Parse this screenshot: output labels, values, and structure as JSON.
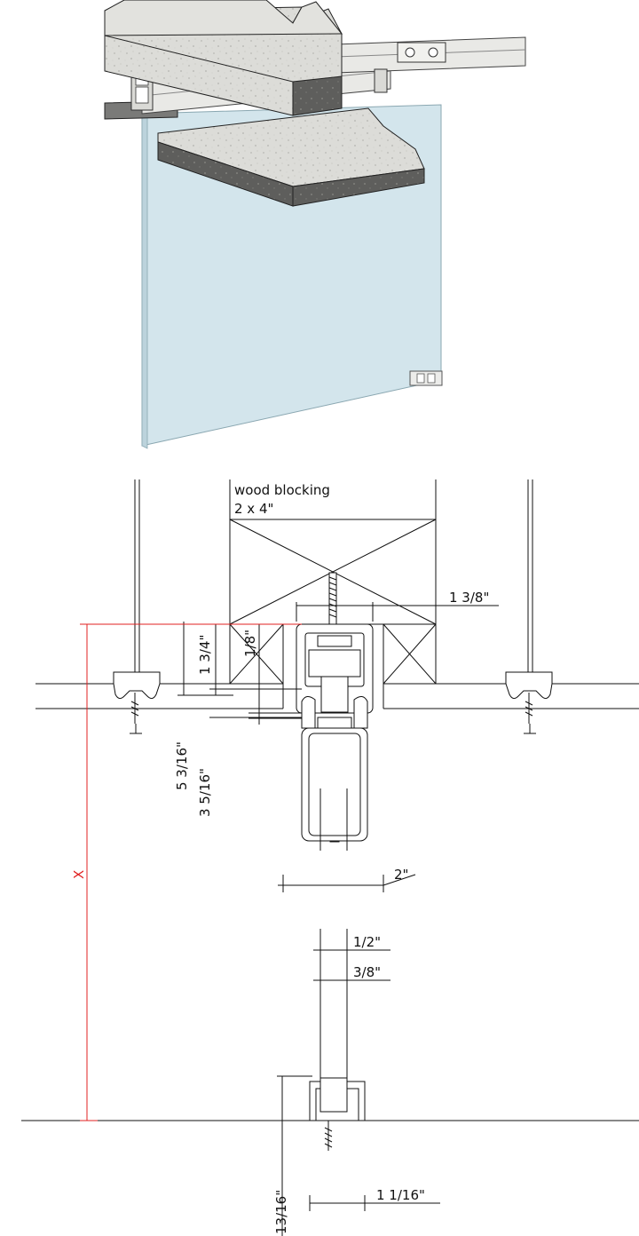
{
  "figure": {
    "labels": {
      "wood_blocking": "wood blocking",
      "blocking_size": "2 x 4\"",
      "track_width": "1 3/8\"",
      "gap_top": "1/8\"",
      "upper_section": "1 3/4\"",
      "overall_height": "5 3/16\"",
      "lower_section": "3 5/16\"",
      "opening_width": "2\"",
      "variable_height": "X",
      "guide_width": "1/2\"",
      "glass_thickness": "3/8\"",
      "guide_depth": "13/16\"",
      "guide_base": "1 1/16\""
    },
    "colors": {
      "glass": "#d3e5ec",
      "concrete": "#dcdcd8",
      "rail": "#e9e9e6",
      "line": "#111111",
      "dimension_red": "#e02020"
    }
  }
}
